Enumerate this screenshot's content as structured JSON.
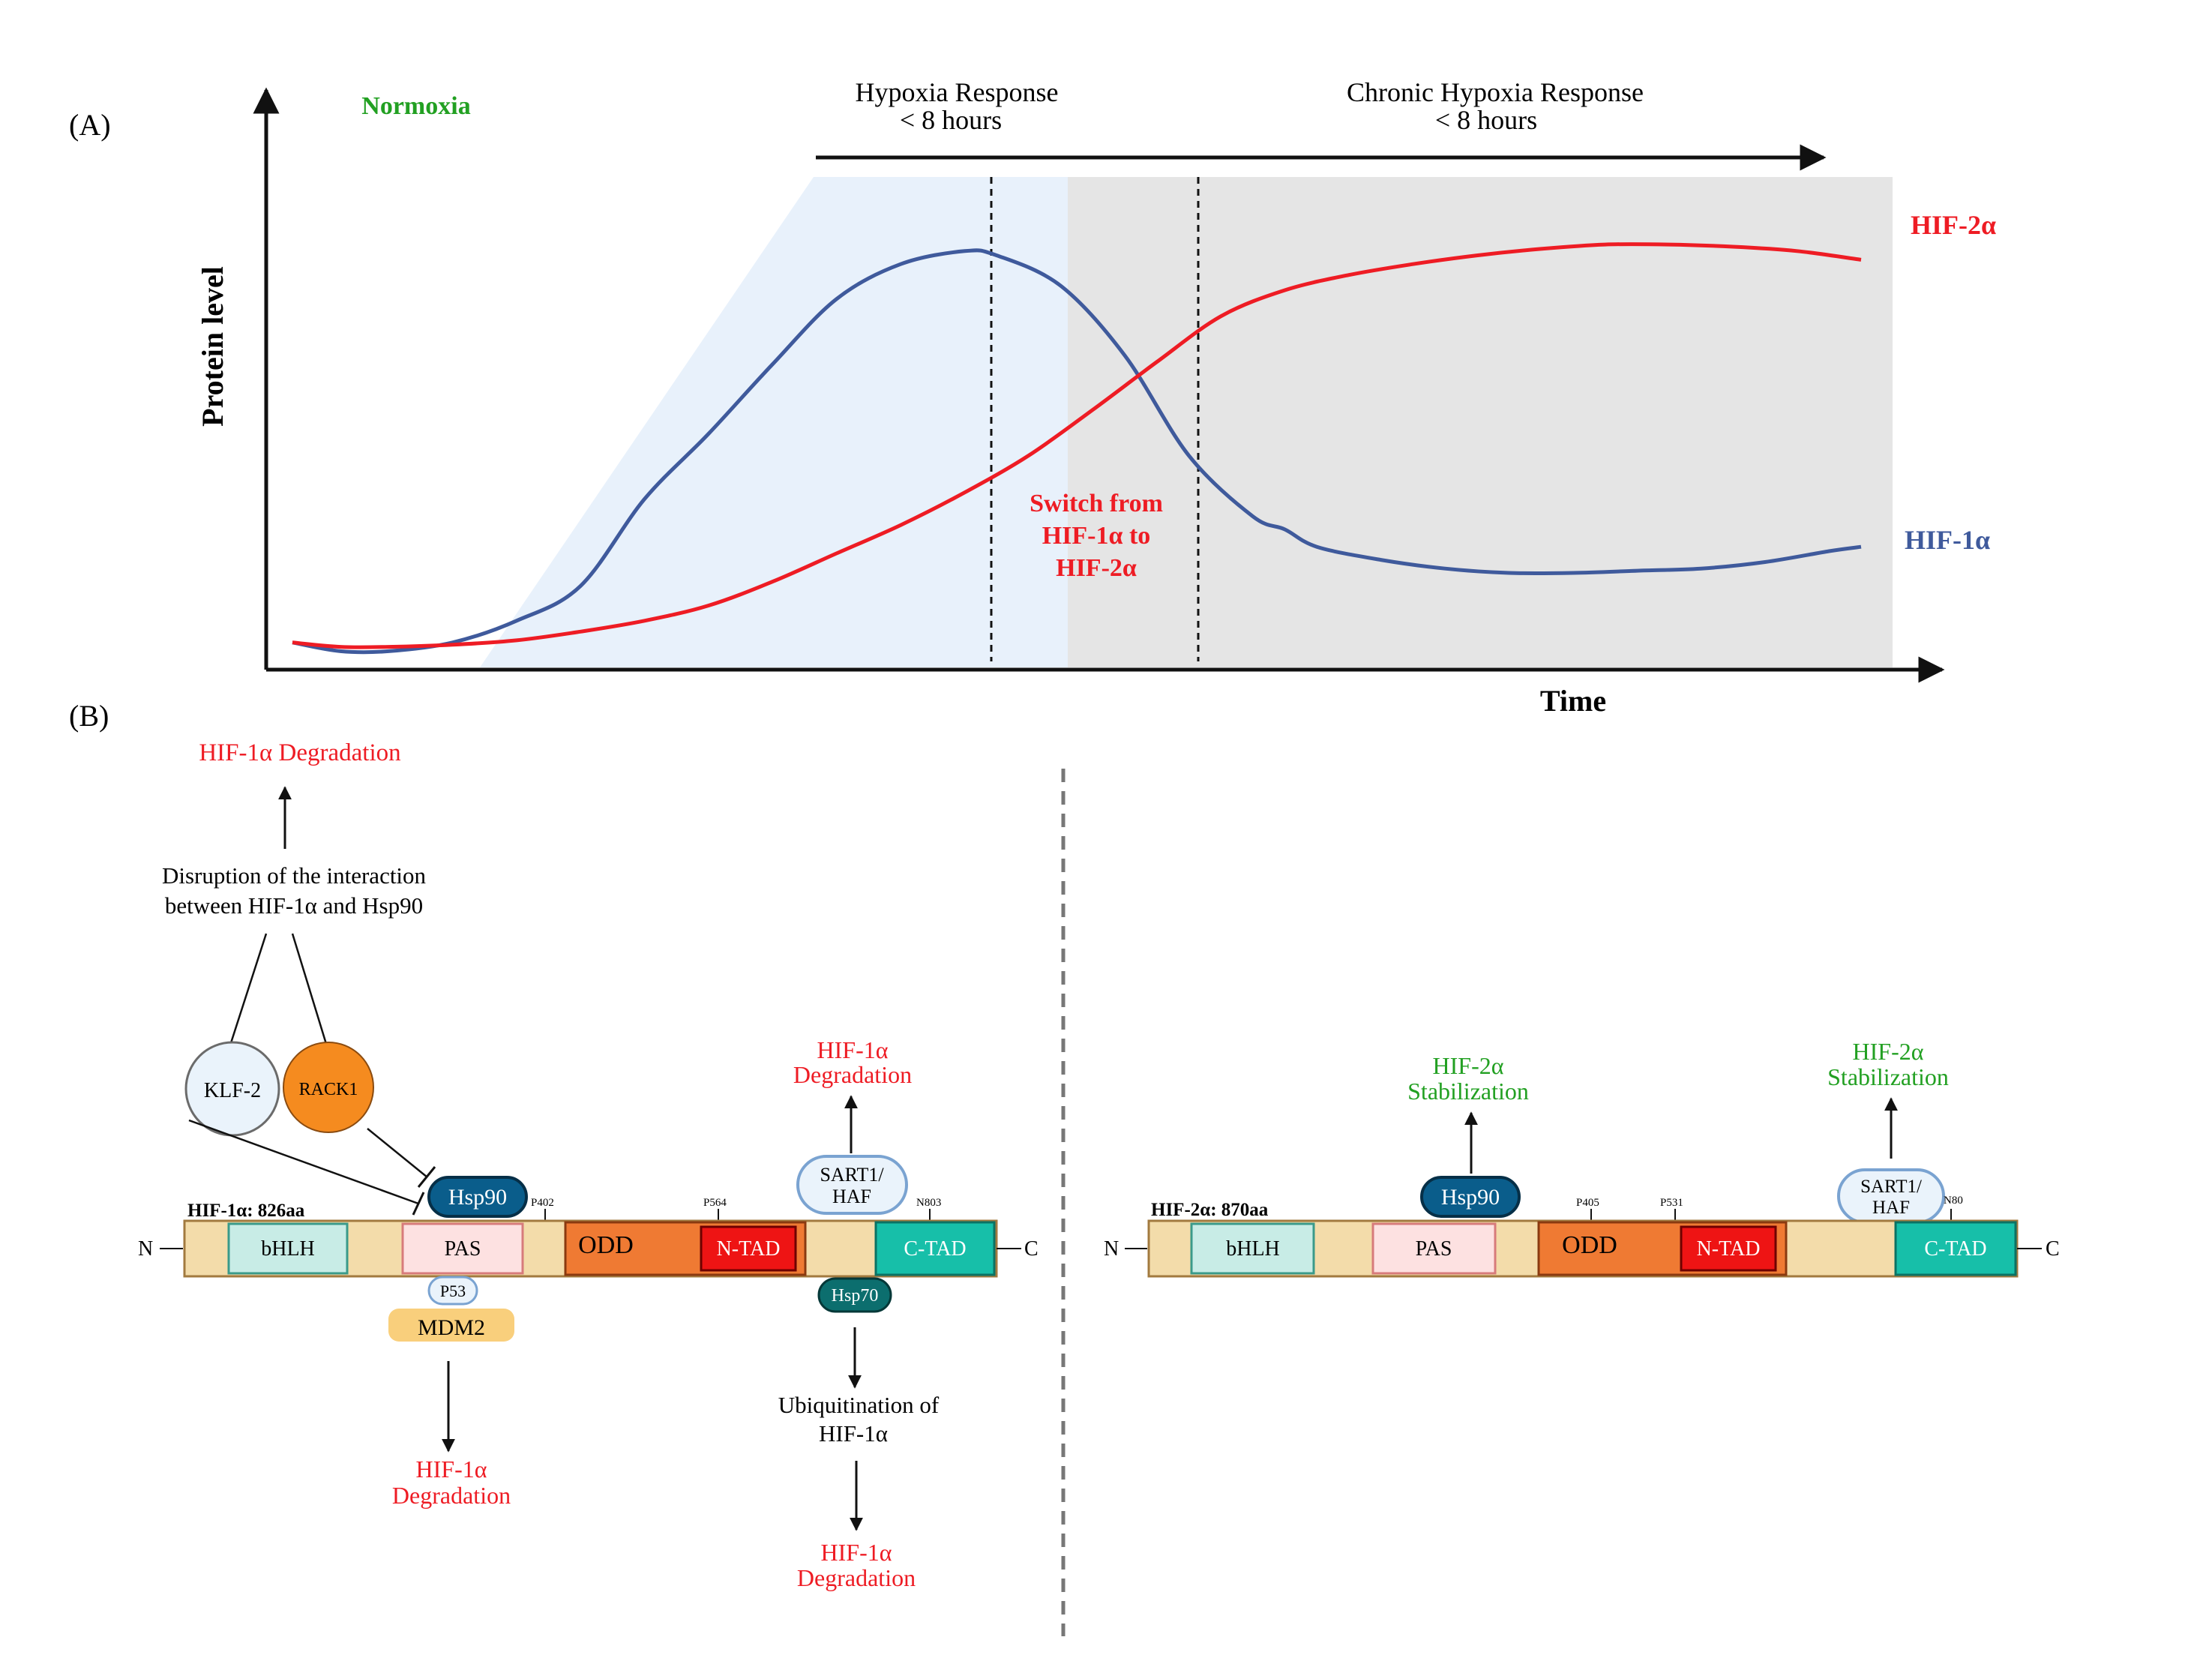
{
  "colors": {
    "hif1": "#3f5a9c",
    "hif2": "#ee1c24",
    "green": "#22a022",
    "red_text": "#ee1c24",
    "hypoxia_zone": "#e8f1fb",
    "chronic_zone": "#e5e5e5",
    "protein_bar": "#f3dcaa",
    "bhlh": "#c8ece6",
    "pas": "#fde1e1",
    "odd": "#ef7a33",
    "ntad": "#ee1414",
    "ctad": "#17bfa9",
    "hsp90": "#0a5d8b",
    "hsp70": "#0c6e6e",
    "mdm2": "#f9cf7c",
    "rack1": "#f58b1f",
    "klf2": "#eaf3fb",
    "sart1": "#eaf3fb"
  },
  "panel_a": {
    "label": "(A)",
    "normoxia": "Normoxia",
    "hypoxia_title": "Hypoxia Response",
    "hypoxia_sub": "< 8 hours",
    "chronic_title": "Chronic Hypoxia Response",
    "chronic_sub": "< 8 hours",
    "ylabel": "Protein level",
    "xlabel": "Time",
    "switch_line1": "Switch from",
    "switch_line2": "HIF-1α to",
    "switch_line3": "HIF-2α"
  },
  "chart_data": {
    "type": "line",
    "xlabel": "Time",
    "ylabel": "Protein level",
    "series": [
      {
        "name": "HIF-2α",
        "x": [
          0,
          3,
          6,
          10,
          14,
          18,
          22,
          26,
          30,
          34,
          38,
          42,
          46,
          50,
          54,
          58,
          62,
          66,
          70,
          74,
          78,
          82,
          86,
          90,
          94,
          98
        ],
        "y": [
          4,
          3,
          3,
          3.5,
          4.5,
          6.5,
          9,
          12.5,
          18,
          24.5,
          31,
          38.5,
          47,
          57.5,
          68.5,
          79,
          85,
          88.5,
          91,
          93,
          94.5,
          95.5,
          95.5,
          95,
          94,
          92
        ]
      },
      {
        "name": "HIF-1α",
        "x": [
          0,
          3,
          6,
          10,
          14,
          18,
          22,
          26,
          30,
          34,
          38,
          42,
          44,
          48,
          52,
          56,
          60,
          62,
          64,
          68,
          72,
          76,
          80,
          84,
          88,
          92,
          96,
          98
        ],
        "y": [
          4,
          2,
          2,
          4,
          9,
          17,
          37,
          52,
          68,
          83,
          91,
          94,
          93,
          86,
          70,
          47,
          33,
          30,
          26,
          23,
          21,
          20,
          20,
          20.5,
          21,
          22.5,
          25,
          26
        ]
      }
    ]
  },
  "panel_b": {
    "label": "(B)",
    "left": {
      "top_degradation": "HIF-1α Degradation",
      "disruption_line1": "Disruption of the interaction",
      "disruption_line2": "between HIF-1α and Hsp90",
      "klf2": "KLF-2",
      "rack1": "RACK1",
      "hsp90": "Hsp90",
      "protein_label": "HIF-1α: 826aa",
      "n_term": "N",
      "c_term": "C",
      "bhlh": "bHLH",
      "pas": "PAS",
      "odd": "ODD",
      "ntad": "N-TAD",
      "ctad": "C-TAD",
      "p402": "P402",
      "p564": "P564",
      "n803": "N803",
      "p53": "P53",
      "mdm2": "MDM2",
      "sart1_line1": "SART1/",
      "sart1_line2": "HAF",
      "hsp70": "Hsp70",
      "sart_deg_line1": "HIF-1α",
      "sart_deg_line2": "Degradation",
      "mdm2_deg_line1": "HIF-1α",
      "mdm2_deg_line2": "Degradation",
      "ubiq_line1": "Ubiquitination of",
      "ubiq_line2": "HIF-1α",
      "ubiq_deg_line1": "HIF-1α",
      "ubiq_deg_line2": "Degradation"
    },
    "right": {
      "stab1_line1": "HIF-2α",
      "stab1_line2": "Stabilization",
      "stab2_line1": "HIF-2α",
      "stab2_line2": "Stabilization",
      "hsp90": "Hsp90",
      "protein_label": "HIF-2α: 870aa",
      "n_term": "N",
      "c_term": "C",
      "bhlh": "bHLH",
      "pas": "PAS",
      "odd": "ODD",
      "ntad": "N-TAD",
      "ctad": "C-TAD",
      "p405": "P405",
      "p531": "P531",
      "n80": "N80",
      "sart1_line1": "SART1/",
      "sart1_line2": "HAF"
    }
  }
}
